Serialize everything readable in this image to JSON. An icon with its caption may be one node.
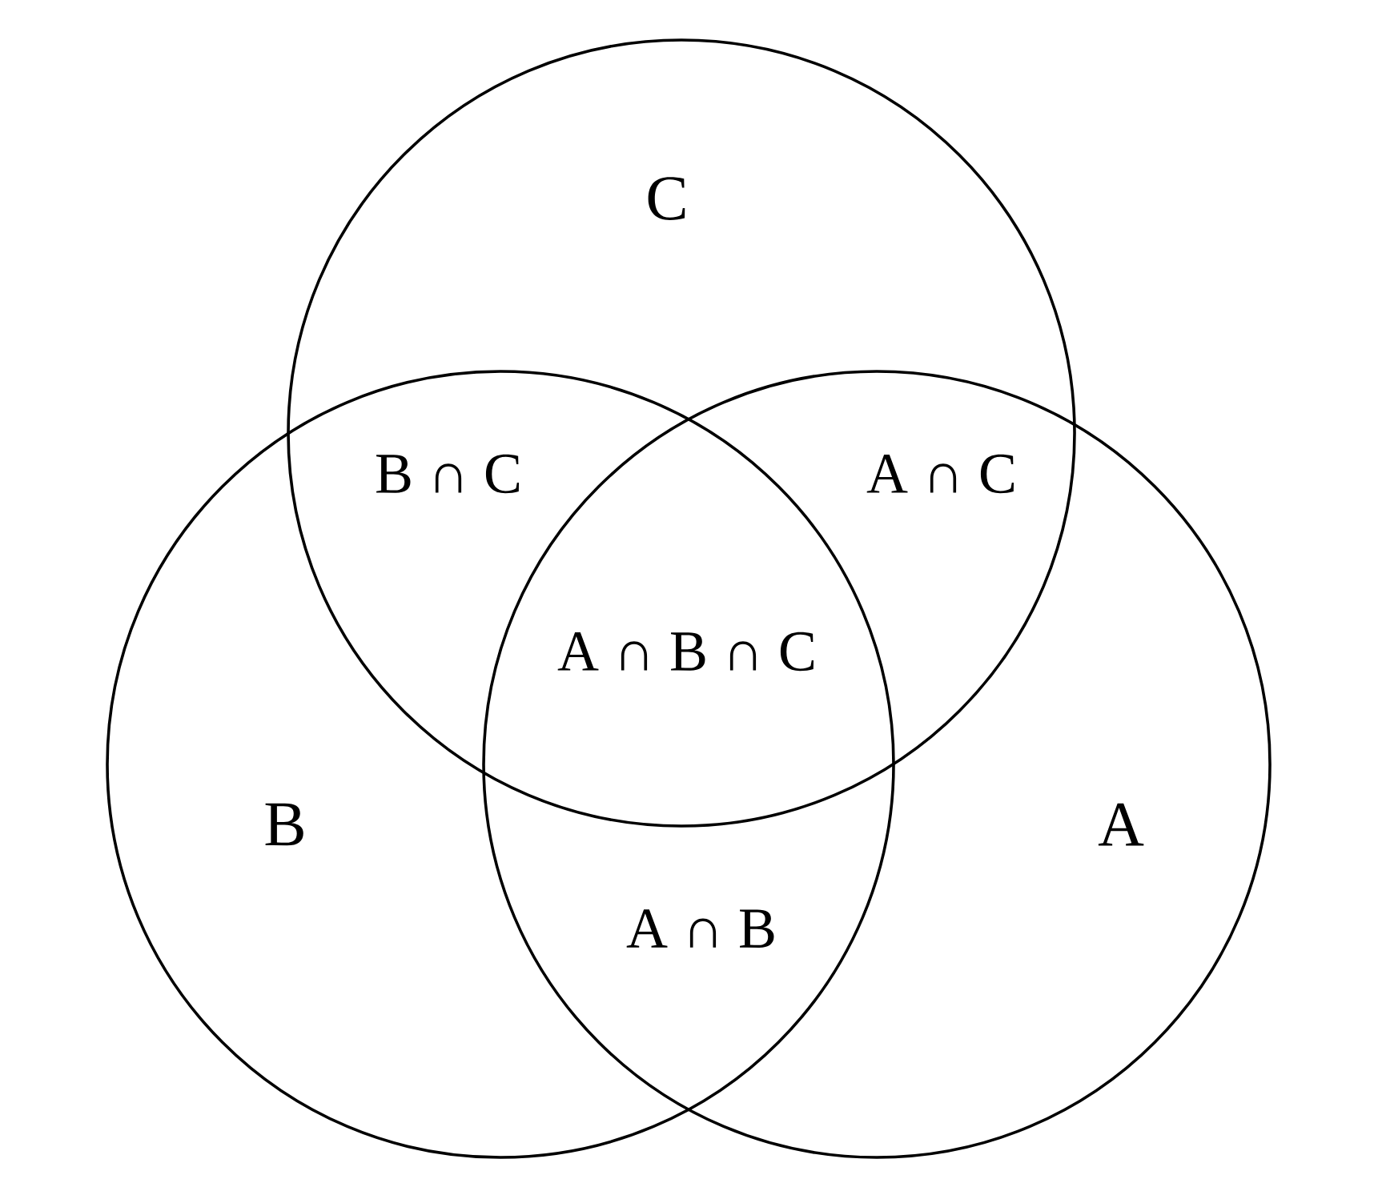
{
  "diagram": {
    "nodes": [
      {
        "text": [
          "C"
        ]
      },
      {
        "text": [
          "B"
        ]
      },
      {
        "text": [
          "A"
        ]
      }
    ],
    "labels": [
      "B ∩ C",
      "A ∩ C",
      "A ∩ B ∩ C",
      "A ∩ B"
    ]
  }
}
